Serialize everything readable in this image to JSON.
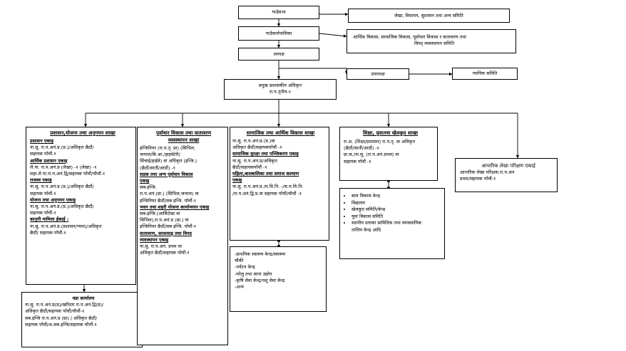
{
  "top_boxes": {
    "gaunsabha": "गाउँसभा",
    "gaunkaryapalika": "गाउँकार्यपालिका",
    "adhyaksha": "अध्यक्ष",
    "upadhyaksha": "उपाध्यक्ष",
    "cao_title": "प्रमुख प्रशासकीय अधिकृत",
    "cao_level": "रा.प.तृतीय-१"
  },
  "side_boxes": {
    "committees": "लेखा, विधायन, सुशासन तथा अन्य समिति",
    "exec_committees_line1": "आर्थिक विकास, सामाजिक विकास, पूर्वाधार विकास र वातावरण तथा",
    "exec_committees_line2": "विपद् व्यवस्थापन समिति",
    "judicial": "न्यायिक समिति"
  },
  "admin_branch": {
    "title": "प्रशासन,योजना तथा अनुगमन शाखा",
    "lines": [
      {
        "text": "प्रशासन एकाइ",
        "heading": true
      },
      {
        "text": "ना.सु. रा.प.अनं.प्र.(प्र.)/अधिकृत छैठौं/",
        "heading": false
      },
      {
        "text": "सहायक पाँचौं-१",
        "heading": false
      },
      {
        "text": "आर्थिक प्रशासन एकाइ",
        "heading": true
      },
      {
        "text": "लै.पा. रा.प.अनं.प्र (लेखा) -१ (लेखा) -१",
        "heading": false
      },
      {
        "text": "सहा.ले.पा.रा.प.अनं.द्वि/सहायक पाँचौं/चौथौं-१",
        "heading": false
      },
      {
        "text": "राजस्व एकाइ",
        "heading": true
      },
      {
        "text": "ना.सु. रा.प.अनं.प्र.(प्र.)/अधिकृत छैठौं/",
        "heading": false
      },
      {
        "text": "सहायक पाँचौं-१",
        "heading": false
      },
      {
        "text": "योजना तथा अनुगमन एकाइ",
        "heading": true
      },
      {
        "text": "ना.सु. रा.प.अनं.प्र.(प्र.)/अधिकृत छैठौं/",
        "heading": false
      },
      {
        "text": "सहायक पाँचौं-१",
        "heading": false
      },
      {
        "text": "कानुनी मामिला ईकाई :",
        "heading": true
      },
      {
        "text": "ना.सु. रा.प.अनं.प्र.(प्रशासन/न्याय)/अधिकृत",
        "heading": false
      },
      {
        "text": "छैठौं/ सहायक पाँचौं-१",
        "heading": false
      }
    ]
  },
  "ward_office": {
    "title": "वडा कार्यालय",
    "lines": [
      "ना.सु. रा.प.अनं.प्र(प्र)/खरिदार रा.प.अनं.द्वि(प्र)/",
      "अधिकृत छैठौं/सहायक पाँचौं/चौथौं-१",
      "सब.इन्जि रा.प.अनं.प्र (प्रा) / अधिकृत छैठौं/",
      "सहायक पाँचौं/अ.सब.इन्जि/सहायक चौथौं-१"
    ]
  },
  "infra_branch": {
    "title_line1": "पूर्वाधार विकास तथा वातावरण",
    "title_line2": "व्यवस्थापन शाखा",
    "lines": [
      {
        "text": "इन्जिनियर (रा.प.तृ. प्रा) (सिभिल,",
        "heading": false
      },
      {
        "text": "जनरल/बि.आ./हाइवेटेरी/",
        "heading": false
      },
      {
        "text": "सिंचाई/हाईवे) वा अधिकृत (इन्जि.)",
        "heading": false
      },
      {
        "text": "(छैठौं/सातौं/आठौं) -१",
        "heading": false
      },
      {
        "text": "सडक तथा अन्य पूर्वाधार विकास",
        "heading": true
      },
      {
        "text": "एकाइ",
        "heading": true
      },
      {
        "text": "सब-इन्जि.",
        "heading": false
      },
      {
        "text": "रा.प.अनं.(प्रा.) (सिभिल,जनरल) वा",
        "heading": false
      },
      {
        "text": "इन्जिनियर छैठौं/सब इन्जि. पाँचौं-१",
        "heading": false
      },
      {
        "text": "भवन तथा शहरी योजना कार्यान्वयन एकाइ",
        "heading": true
      },
      {
        "text": "सब-इन्जि.(आर्किटेक्ट वा",
        "heading": false
      },
      {
        "text": "सिभिल),रा.प.अनं.प्र (प्रा.) वा",
        "heading": false
      },
      {
        "text": "इन्जिनियर छैठौं/सब इन्जि. पाँचौं-१",
        "heading": false
      },
      {
        "text": "वातावरण, सरसफाइ तथा विपद",
        "heading": true
      },
      {
        "text": "व्यवस्थापन एकाइ",
        "heading": true
      },
      {
        "text": "ना.सु. रा.प.अनं. प्रथम वा",
        "heading": false
      },
      {
        "text": "अधिकृत छैठौं/सहायक पाँचौं-१",
        "heading": false
      }
    ]
  },
  "social_branch": {
    "title": "सामाजिक तथा आर्थिक विकास शाखा",
    "lines": [
      {
        "text": "ना.सु. रा.प.अनं.प्र.(प्र.)वा",
        "heading": false
      },
      {
        "text": "अधिकृत छैठौं/सहायकपाँचौं -१",
        "heading": false
      },
      {
        "text": "सामाजिक सुरक्षा तथा पञ्जिकरण एकाइ",
        "heading": true
      },
      {
        "text": "ना.सु. रा.प.अनं.प्र/अधिकृत",
        "heading": false
      },
      {
        "text": "छैठौं/सहायकपाँचौं -१",
        "heading": false
      },
      {
        "text": "महिला,बालबालिका तथा समाज कल्याण",
        "heading": true
      },
      {
        "text": "एकाइ",
        "heading": true
      },
      {
        "text": "ना.सु. रा.प.अनं.प्र./म.वि.नि. -/स.म.वि.नि.",
        "heading": false
      },
      {
        "text": "/रा.प.अनं.द्वि.प्र.वा सहायक पाँचौं/चौथौं -१",
        "heading": false
      }
    ]
  },
  "social_services": {
    "items": [
      "-प्राथमिक स्वास्थ्य केन्द्र/स्वास्थ्य",
      "चौकी",
      "-पर्यटन केन्द्र",
      "-घरेलु तथा साना उद्योग",
      "-कृषि सेवा केन्द्र/पशु सेवा केन्द्र",
      "-अन्य"
    ]
  },
  "education_branch": {
    "title": "शिक्षा, युवातथा खेलकुद शाखा",
    "lines": [
      "रा.अ. (शिक्षा/प्रशासन) रा.प.तृ. वा अधिकृत",
      "(छैठौं/सातौं/आठौं) -१",
      "प्रा.स./ना.सु. (रा.प.अनं.प्रथम) वा",
      "सहायक पाँचौं -१"
    ]
  },
  "education_services": {
    "items": [
      "बाल विकास केन्द्र",
      "विद्यालय",
      "खेलकुद समिति/केन्द्र",
      "युवा विकास समिति",
      "स्थानीय स्तरका प्राविधिक तथा व्यावसायिक",
      "तालिम केन्द्र आदि"
    ]
  },
  "audit_unit": {
    "title": "आन्तरिक लेखा परिक्षण एकाई",
    "line1": "आन्तरिक लेखा परिक्षक,रा.प.अन",
    "line2": "प्रथम/सहायक पाँचौं-१"
  }
}
